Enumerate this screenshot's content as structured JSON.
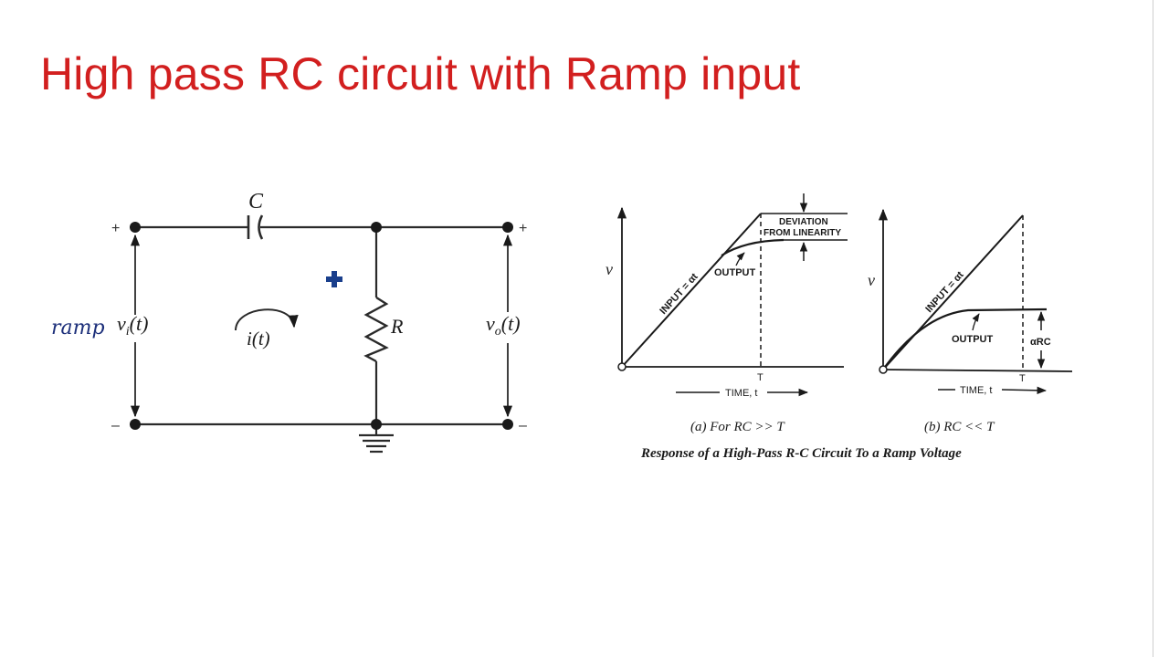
{
  "slide": {
    "title": "High pass RC circuit with Ramp input",
    "title_color": "#d21f1f",
    "cursor_icon": "plus-cursor-icon",
    "cursor_color": "#1a3f8c"
  },
  "circuit": {
    "capacitor_label": "C",
    "resistor_label": "R",
    "input_voltage_label": "v",
    "input_voltage_sub": "i",
    "input_voltage_arg": "(t)",
    "output_voltage_label": "v",
    "output_voltage_sub": "o",
    "output_voltage_arg": "(t)",
    "current_label": "i(t)",
    "plus_left": "+",
    "minus_left": "–",
    "plus_right": "+",
    "minus_right": "–",
    "handwritten_note": "ramp"
  },
  "graph_a": {
    "y_axis_label": "v",
    "input_label": "INPUT = αt",
    "output_label": "OUTPUT",
    "deviation_label_1": "DEVIATION",
    "deviation_label_2": "FROM LINEARITY",
    "t_label": "T",
    "time_label": "TIME, t",
    "caption": "(a) For RC >> T"
  },
  "graph_b": {
    "y_axis_label": "v",
    "input_label": "INPUT = αt",
    "output_label": "OUTPUT",
    "arc_label": "αRC",
    "t_label": "T",
    "time_label": "TIME, t",
    "caption": "(b) RC << T"
  },
  "figure_caption": "Response of a High-Pass R-C Circuit To a Ramp Voltage"
}
